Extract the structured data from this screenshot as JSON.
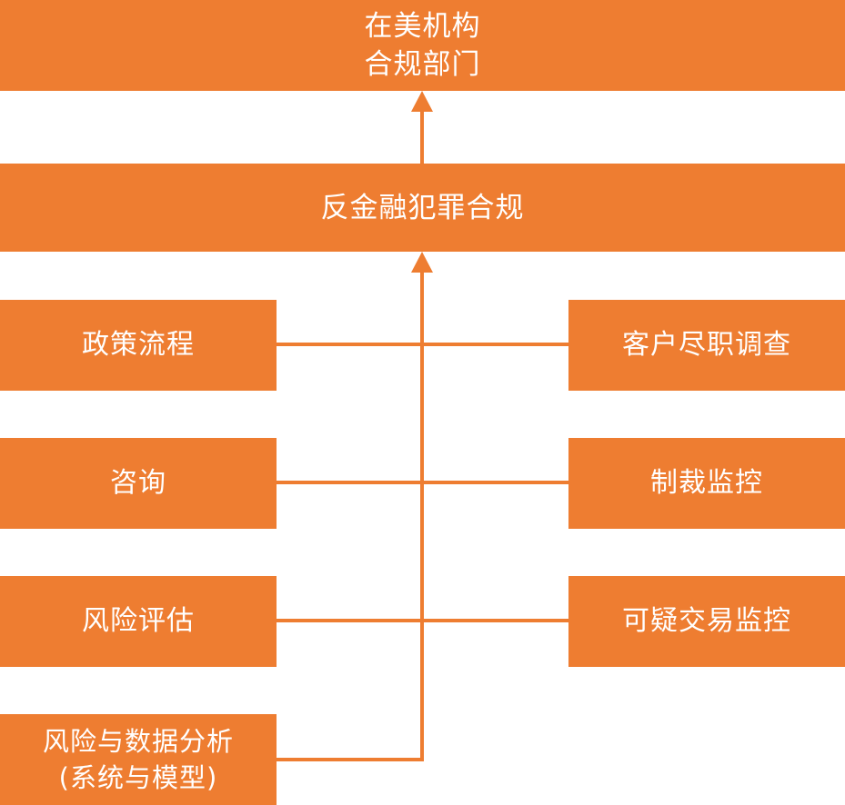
{
  "top": {
    "line1": "在美机构",
    "line2": "合规部门"
  },
  "middle": {
    "label": "反金融犯罪合规"
  },
  "left_items": [
    {
      "label": "政策流程"
    },
    {
      "label": "咨询"
    },
    {
      "label": "风险评估"
    },
    {
      "line1": "风险与数据分析",
      "line2": "(系统与模型)"
    }
  ],
  "right_items": [
    {
      "label": "客户尽职调查"
    },
    {
      "label": "制裁监控"
    },
    {
      "label": "可疑交易监控"
    }
  ],
  "colors": {
    "box_fill": "#ee7d31",
    "connector": "#ee7d31",
    "text": "#ffffff",
    "background": "#ffffff"
  }
}
